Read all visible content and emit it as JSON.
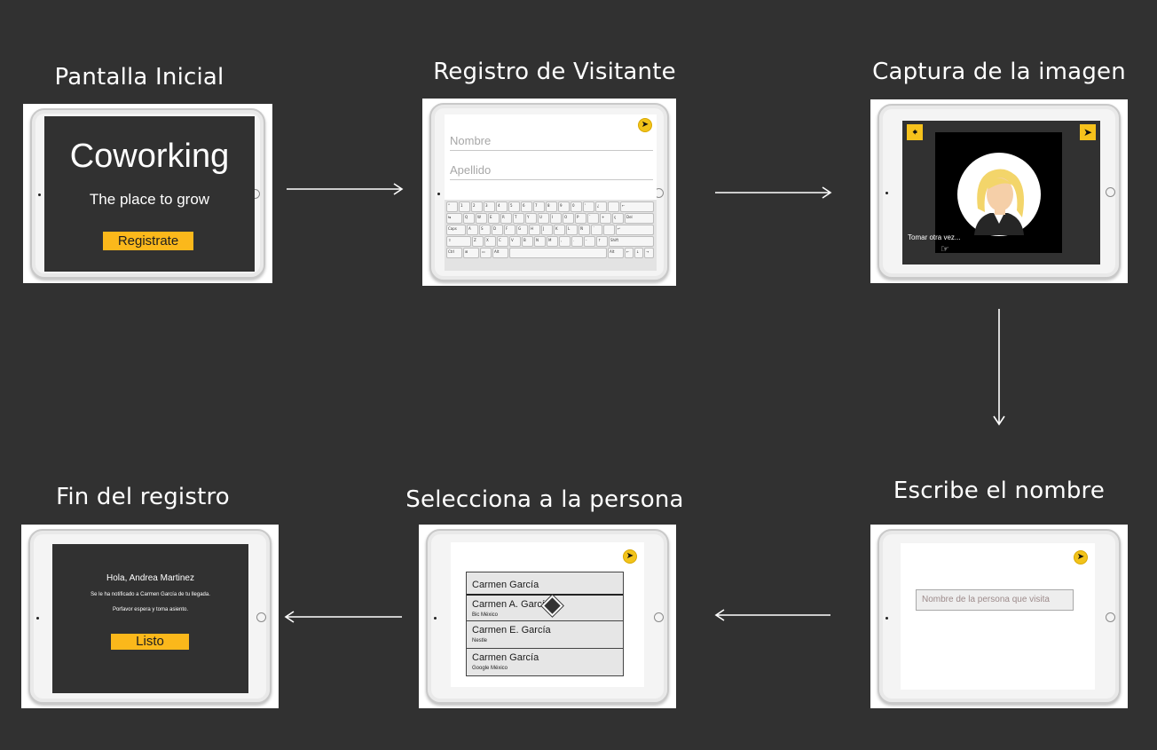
{
  "titles": {
    "s1": "Pantalla Inicial",
    "s2": "Registro de Visitante",
    "s3": "Captura de la imagen",
    "s4": "Escribe el nombre",
    "s5": "Selecciona a la persona",
    "s6": "Fin del registro"
  },
  "screen1": {
    "brand": "Coworking",
    "tagline": "The place to grow",
    "button": "Registrate"
  },
  "screen2": {
    "first_name_placeholder": "Nombre",
    "last_name_placeholder": "Apellido",
    "next_icon": "arrow-right-icon"
  },
  "screen3": {
    "retake": "Tomar otra vez...",
    "back_icon": "arrow-left-icon",
    "next_icon": "arrow-right-icon"
  },
  "screen4": {
    "search_placeholder": "Nombre de la persona que visita",
    "next_icon": "arrow-right-icon"
  },
  "screen5": {
    "header": "Carmen García",
    "results": [
      {
        "name": "Carmen A. García",
        "company": "Bic México"
      },
      {
        "name": "Carmen E. García",
        "company": "Nestle"
      },
      {
        "name": "Carmen García",
        "company": "Google México"
      }
    ],
    "next_icon": "arrow-right-icon"
  },
  "screen6": {
    "greeting": "Hola, Andrea Martinez",
    "notice": "Se le ha notificado a Carmen García de tu llegada.",
    "wait": "Porfavor espera y toma asiento.",
    "button": "Listo"
  },
  "colors": {
    "background": "#313131",
    "accent_yellow": "#fbb81b",
    "screen_dark": "#313131"
  }
}
